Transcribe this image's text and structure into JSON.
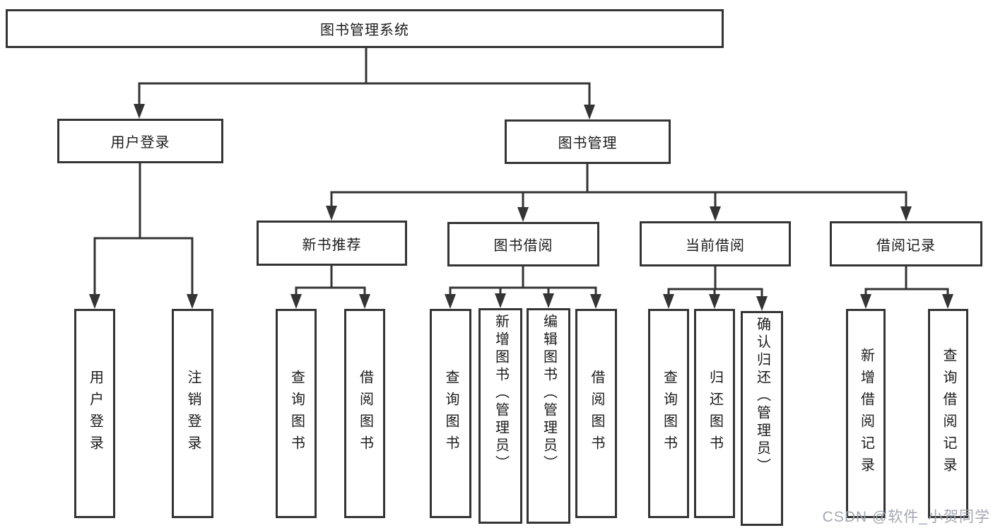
{
  "diagram": {
    "title": "图书管理系统",
    "type": "hierarchy-tree",
    "colors": {
      "line": "#343434",
      "box_border": "#343434",
      "box_fill": "#ffffff",
      "text": "#1b1b1b",
      "watermark": "#9ea3ad",
      "background": "#ffffff"
    }
  },
  "root": {
    "label": "图书管理系统"
  },
  "branches": {
    "user_login": {
      "label": "用户登录"
    },
    "book_mgmt": {
      "label": "图书管理"
    }
  },
  "sections": {
    "new_books": {
      "label": "新书推荐"
    },
    "book_borrow": {
      "label": "图书借阅"
    },
    "current_borrow": {
      "label": "当前借阅"
    },
    "borrow_records": {
      "label": "借阅记录"
    }
  },
  "leaves": {
    "user_login_leaf": {
      "label": "用户登录",
      "parent": "用户登录"
    },
    "logout_leaf": {
      "label": "注销登录",
      "parent": "用户登录"
    },
    "nb_query": {
      "label": "查询图书",
      "parent": "新书推荐"
    },
    "nb_borrow": {
      "label": "借阅图书",
      "parent": "新书推荐"
    },
    "bb_query": {
      "label": "查询图书",
      "parent": "图书借阅"
    },
    "bb_add": {
      "label": "新增图书（管理员）",
      "parent": "图书借阅"
    },
    "bb_edit": {
      "label": "编辑图书（管理员）",
      "parent": "图书借阅"
    },
    "bb_borrow": {
      "label": "借阅图书",
      "parent": "图书借阅"
    },
    "cb_query": {
      "label": "查询图书",
      "parent": "当前借阅"
    },
    "cb_return": {
      "label": "归还图书",
      "parent": "当前借阅"
    },
    "cb_confirm": {
      "label": "确认归还（管理员）",
      "parent": "当前借阅"
    },
    "rec_add": {
      "label": "新增借阅记录",
      "parent": "借阅记录"
    },
    "rec_query": {
      "label": "查询借阅记录",
      "parent": "借阅记录"
    }
  },
  "watermark": {
    "text": "CSDN @软件_小贺同学"
  }
}
